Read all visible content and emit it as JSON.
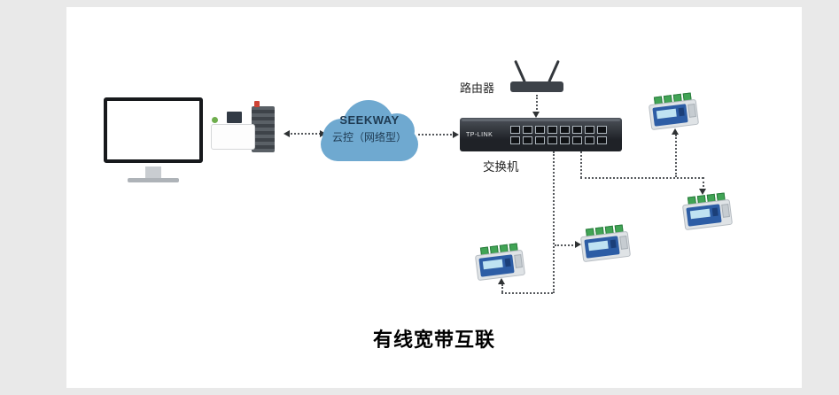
{
  "diagram": {
    "title": "有线宽带互联",
    "cloud": {
      "line1": "SEEKWAY",
      "line2": "云控（网络型）"
    },
    "router_label": "路由器",
    "switch_label": "交换机",
    "switch_brand": "TP-LINK",
    "switch_ports": 16,
    "colors": {
      "background": "#e9e9e9",
      "panel": "#ffffff",
      "cloud": "#6fa9d0",
      "cloud_text": "#1e3a52",
      "switch_body": "#1f2227",
      "device_panel": "#2d5da5",
      "device_terminal": "#41a455",
      "line": "#55585c"
    }
  }
}
